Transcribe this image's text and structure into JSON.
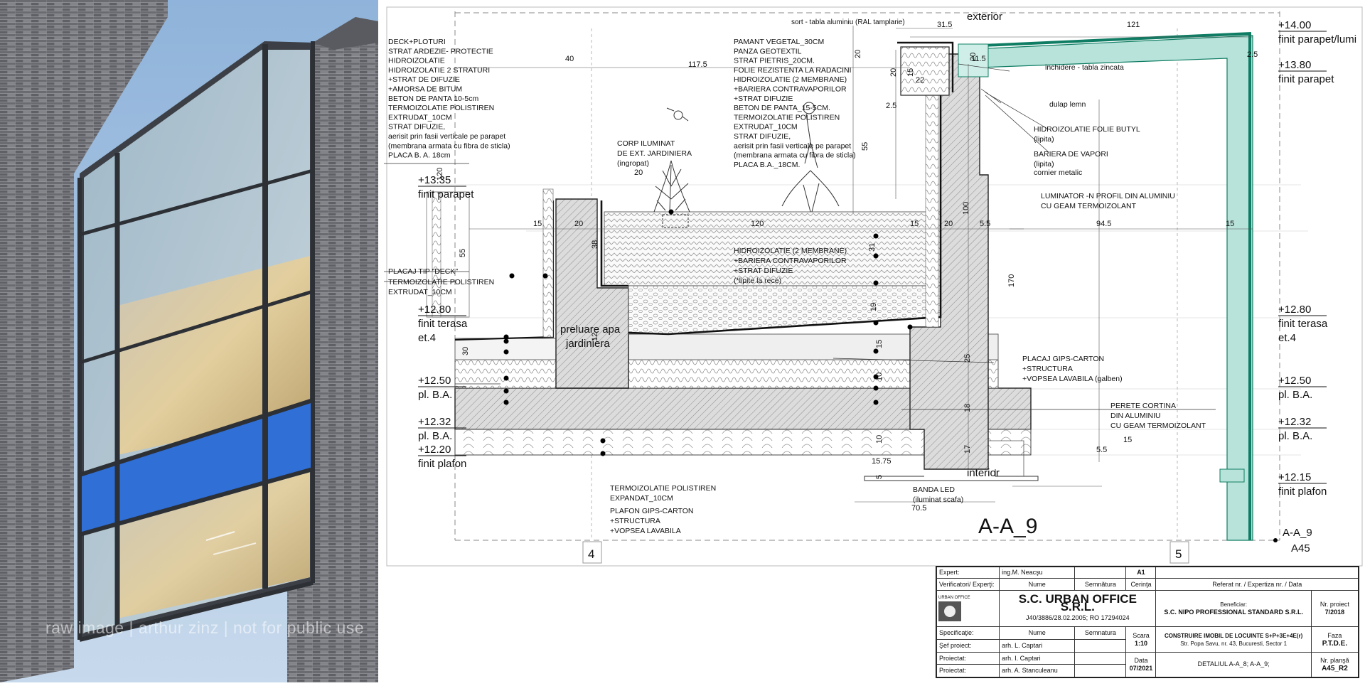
{
  "photo": {
    "watermark": "raw image | arthur zinz | not for public use",
    "colors": {
      "brick": "#75767a",
      "glass_blue": "#2f6fd6",
      "sky": "#a9c5e3",
      "warm_light": "#e8c98a"
    }
  },
  "drawing": {
    "header": {
      "top_note": "sort - tabla aluminiu (RAL tamplarie)",
      "exterior": "exterior",
      "interior": "interior",
      "dim_31_5": "31.5",
      "dim_121": "121",
      "dim_40": "40",
      "dim_117_5": "117.5"
    },
    "left_layers_1": [
      "DECK+PLOTURI",
      "STRAT ARDEZIE- PROTECTIE",
      "HIDROIZOLATIE",
      "HIDROIZOLATIE 2 STRATURI",
      "+STRAT DE DIFUZIE",
      "+AMORSA DE BITUM",
      "BETON DE PANTA 10-5cm",
      "TERMOIZOLATIE POLISTIREN",
      "EXTRUDAT_10CM",
      "STRAT DIFUZIE,",
      "aerisit prin fasii verticale pe parapet",
      "(membrana armata cu fibra de sticla)",
      "PLACA B. A. 18cm"
    ],
    "center_layers": [
      "PAMANT VEGETAL_30CM",
      "PANZA GEOTEXTIL",
      "STRAT PIETRIS_20CM.",
      "FOLIE REZISTENTA LA RADACINI",
      "HIDROIZOLATIE (2 MEMBRANE)",
      "+BARIERA CONTRAVAPORILOR",
      "+STRAT DIFUZIE",
      "BETON DE PANTA_15-5CM.",
      "TERMOIZOLATIE POLISTIREN",
      "EXTRUDAT_10CM",
      "STRAT DIFUZIE,",
      "aerisit prin fasii verticale pe parapet",
      "(membrana armata cu fibra de sticla)",
      "PLACA B.A._18CM."
    ],
    "corp_iluminat": [
      "CORP ILUMINAT",
      "DE EXT. JARDINIERA",
      "(ingropat)"
    ],
    "placaj_deck": [
      "PLACAJ TIP \"DECK\"",
      "TERMOIZOLATIE POLISTIREN",
      "EXTRUDAT_10CM"
    ],
    "hidro_mid": [
      "HIDROIZOLATIE (2 MEMBRANE)",
      "+BARIERA CONTRAVAPORILOR",
      "+STRAT DIFUZIE",
      "(*lipite la rece)"
    ],
    "preluare": [
      "preluare apa",
      "jardiniera"
    ],
    "right_notes": {
      "inchidere": "inchidere - tabla zincata",
      "dulap": "dulap lemn",
      "butyl": [
        "HIDROIZOLATIE FOLIE BUTYL",
        "(lipita)"
      ],
      "bariera": [
        "BARIERA DE VAPORI",
        "(lipita)",
        "cornier metalic"
      ],
      "luminator": [
        "LUMINATOR -N PROFIL DIN ALUMINIU",
        "CU GEAM TERMOIZOLANT"
      ],
      "placaj_gips": [
        "PLACAJ GIPS-CARTON",
        "+STRUCTURA",
        "+VOPSEA LAVABILA (galben)"
      ],
      "perete": [
        "PERETE CORTINA",
        "DIN ALUMINIU",
        "CU GEAM TERMOIZOLANT"
      ]
    },
    "bottom_notes": {
      "termo": [
        "TERMOIZOLATIE POLISTIREN",
        "EXPANDAT_10CM"
      ],
      "plafon": [
        "PLAFON GIPS-CARTON",
        "+STRUCTURA",
        "+VOPSEA LAVABILA"
      ],
      "banda": [
        "BANDA LED",
        "(iluminat scafa)"
      ],
      "dim_70_5": "70.5",
      "dim_15_75": "15.75"
    },
    "levels_left": [
      {
        "value": "+13.35",
        "label": "finit parapet"
      },
      {
        "value": "+12.80",
        "label": "finit terasa",
        "label2": "et.4"
      },
      {
        "value": "+12.50",
        "label": "pl. B.A."
      },
      {
        "value": "+12.32",
        "label": "pl. B.A."
      },
      {
        "value": "+12.20",
        "label": "finit plafon"
      }
    ],
    "levels_right": [
      {
        "value": "+14.00",
        "label": "finit parapet/lumi"
      },
      {
        "value": "+13.80",
        "label": "finit parapet"
      },
      {
        "value": "+12.80",
        "label": "finit terasa",
        "label2": "et.4"
      },
      {
        "value": "+12.50",
        "label": "pl. B.A."
      },
      {
        "value": "+12.32",
        "label": "pl. B.A."
      },
      {
        "value": "+12.15",
        "label": "finit plafon"
      }
    ],
    "dims": {
      "d15a": "15",
      "d20a": "20",
      "d120": "120",
      "d15b": "15",
      "d20b": "20",
      "d5_5": "5.5",
      "d94_5": "94.5",
      "d15c": "15",
      "d20_small": "20",
      "d11_5": "11.5",
      "d20_v": "20",
      "d2_5a": "2.5",
      "d2_5b": "2.5",
      "d15_v": "15",
      "d22": "22",
      "d20_v2": "20",
      "d55": "55",
      "d100": "100",
      "d170": "170",
      "d38": "38",
      "d120_v": "120",
      "d55_v": "55",
      "d30_v": "30",
      "d31": "31",
      "d19": "19",
      "d15_v2": "15",
      "d10_v": "10",
      "d25": "25",
      "d18": "18",
      "d17": "17",
      "d10_v2": "10",
      "d5_v": "5",
      "d5_5b": "5.5",
      "d15d": "15",
      "d12": "12"
    },
    "section": "A-A_9",
    "section_ref": "A-A_9",
    "section_sheet": "A45",
    "axis_4": "4",
    "axis_5": "5"
  },
  "titleblock": {
    "expert_label": "Expert:",
    "expert_name": "ing.M. Neacşu",
    "cerinta_val": "A1",
    "verificatori_label": "Verificatori/ Experţi:",
    "nume_label": "Nume",
    "semnatura_label": "Semnătura",
    "cerinta_label": "Cerinţa",
    "referat_label": "Referat nr. / Expertiza nr. / Data",
    "logo_text": "URBAN OFFICE",
    "company": "S.C. URBAN OFFICE S.R.L.",
    "company_reg": "J40/3886/28.02.2005; RO 17294024",
    "beneficiar_label": "Beneficiar:",
    "beneficiar": "S.C. NIPO PROFESSIONAL STANDARD S.R.L.",
    "nr_proiect_label": "Nr. proiect",
    "nr_proiect": "7/2018",
    "specificatie_label": "Specificaţie:",
    "nume2_label": "Nume",
    "semnatura2_label": "Semnatura",
    "scara_label": "Scara",
    "scara": "1:10",
    "project_title": "CONSTRUIRE IMOBIL DE LOCUINTE S+P+3E+4E(r)",
    "project_address": "Str. Popa Savu, nr. 43, Bucuresti, Sector 1",
    "faza_label": "Faza",
    "faza": "P.T.D.E.",
    "sef_label": "Şef proiect:",
    "sef_name": "arh. L. Captari",
    "proiectat_label": "Proiectat:",
    "proiectat_name": "arh. I. Captari",
    "data_label": "Data",
    "data": "07/2021",
    "proiectat2_label": "Proiectat:",
    "proiectat2_name": "arh. A. Stanculeanu",
    "detaliu": "DETALIUL A-A_8; A-A_9;",
    "nr_plansa_label": "Nr. planşă",
    "nr_plansa": "A45_R2"
  }
}
